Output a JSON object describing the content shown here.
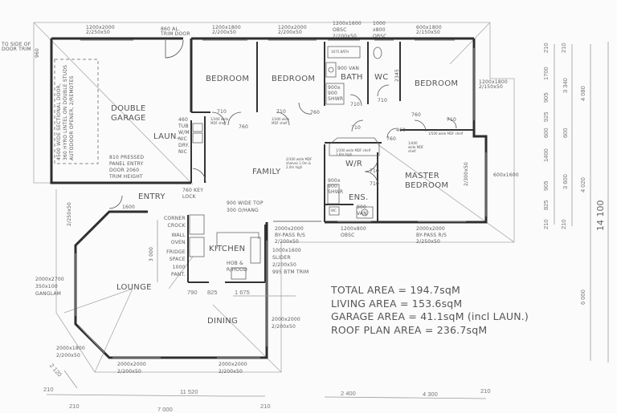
{
  "rooms": {
    "double_garage": [
      "DOUBLE",
      "GARAGE"
    ],
    "laundry": "LAUN.",
    "bedroom_1": "BEDROOM",
    "bedroom_2": "BEDROOM",
    "bath": "BATH",
    "wc": "WC",
    "bedroom_3": "BEDROOM",
    "family": "FAMILY",
    "walk_in_robe": "W/R",
    "master_bedroom": [
      "MASTER",
      "BEDROOM"
    ],
    "ensuite": "ENS.",
    "entry": "ENTRY",
    "kitchen": "KITCHEN",
    "lounge": "LOUNGE",
    "dining": "DINING"
  },
  "annotations": {
    "door_trim": [
      "TO SIDE OF",
      "DOOR TRIM"
    ],
    "garage_side_960": "960",
    "garage_window": [
      "1200x2000",
      "2/250x50"
    ],
    "al_trim_door": [
      "860 AL.",
      "TRIM DOOR"
    ],
    "sectional_door": [
      "4500 WIDE SECTIONAL DOOR,",
      "360 HYRO LINTEL ON DOUBLE STUDS",
      "AUTODOOR OPENER, 2/REMOTES"
    ],
    "pressed_panel": [
      "810 PRESSED",
      "PANEL ENTRY",
      "DOOR 2060",
      "TRIM HEIGHT"
    ],
    "laundry_items": [
      "460",
      "TUB",
      "W/M",
      "NIC",
      "DRY.",
      "NIC"
    ],
    "key_lock": [
      "760 KEY",
      "LOCK"
    ],
    "bed1_window": [
      "1200x1800",
      "2/200x50"
    ],
    "bed2_window": [
      "1200x2000",
      "2/200x50"
    ],
    "bath_window": [
      "1200x1600",
      "OBSC",
      "2/200x50"
    ],
    "wc_window": [
      "1000",
      "x800",
      "OBSC"
    ],
    "bath_tub": "1675 BATH",
    "vanity": "900 VAN",
    "shower": [
      "900x",
      "900",
      "SHWR"
    ],
    "bed3_window": [
      "600x1800",
      "2/150x50"
    ],
    "bed3_side_window": [
      "1200x1800",
      "2/150x50"
    ],
    "bed3_dim": "2345",
    "door_710": "710",
    "door_760": "760",
    "door_460": "460",
    "mdf_shelf_1300": [
      "1/300 wide",
      "MDF shelf"
    ],
    "mdf_shelf_1500": "1/500 wide MDF shelf",
    "mdf_shelf_linen": [
      "1/400",
      "wide MDF",
      "shelf"
    ],
    "family_shelves": [
      "2/300 wide MDF",
      "shelves 1.0m &",
      "2.0m high"
    ],
    "wr_shelf": [
      "1/300 wide MDF shelf",
      "1.6m high"
    ],
    "master_side_window": "600x1600",
    "master_window_2": "2/300x50",
    "ens_shower": [
      "900x",
      "900",
      "SHWR"
    ],
    "ens_vanity": [
      "900",
      "VAN"
    ],
    "ens_wc": "WC",
    "ens_window": [
      "1200x800",
      "OBSC"
    ],
    "master_slider": [
      "2000x2000",
      "BY-PASS R/S",
      "2/250x50"
    ],
    "family_slider": [
      "2000x2000",
      "BY-PASS R/S",
      "2/200x50"
    ],
    "dining_slider": [
      "1000x1600",
      "SLIDER",
      "2/200x50",
      "995 BTM TRIM"
    ],
    "bench_top": [
      "900 WIDE TOP",
      "300 O/HANG"
    ],
    "kitchen_items": [
      "CORNER",
      "CROCK",
      "WALL",
      "OVEN",
      "FRIDGE",
      "SPACE",
      "1000",
      "PANT."
    ],
    "hob": [
      "HOB & ",
      "R/HOOD"
    ],
    "entry_1600": "1600",
    "entry_window": "2/250x50",
    "kitchen_3000": "3 000",
    "lounge_window": [
      "2000x2700",
      "350x100",
      "GANGLAM"
    ],
    "lounge_corner_window": [
      "2000x1800",
      "2/200x50"
    ],
    "lounge_bottom_window": [
      "2000x2000",
      "2/200x50"
    ],
    "dining_bottom_window": [
      "2000x2000",
      "2/200x50"
    ],
    "dining_side_window": [
      "2000x2000",
      "2/200x50"
    ],
    "kitchen_dims": [
      "790",
      "825",
      "1 675"
    ],
    "diag_2120": "2 120"
  },
  "summary": {
    "total_area": "TOTAL  AREA = 194.7sqM",
    "living_area": "LIVING AREA = 153.6sqM",
    "garage_area": "GARAGE AREA = 41.1sqM (incl LAUN.)",
    "roof_area": "ROOF PLAN AREA = 236.7sqM"
  },
  "dimensions": {
    "bottom": {
      "left_210": "210",
      "d11520": "11 520",
      "d2400": "2 400",
      "d4300": "4 300",
      "right_210": "210",
      "row2_left_210": "210",
      "row2_7000": "7 000",
      "row2_right_210": "210"
    },
    "right_col1": [
      "210",
      "1700",
      "905",
      "925",
      "600",
      "1400",
      "905",
      "825",
      "210"
    ],
    "right_col2": [
      "210",
      "3 340",
      "600",
      "3 600",
      "210"
    ],
    "right_col3": [
      "4 080",
      "4 020",
      "6 000"
    ],
    "total": "14 100"
  },
  "colors": {
    "wall": "#2e2e2e",
    "window": "#8a8a8a",
    "thin": "#9a9a9a",
    "text": "#555555",
    "paper": "#fbfbfb"
  }
}
